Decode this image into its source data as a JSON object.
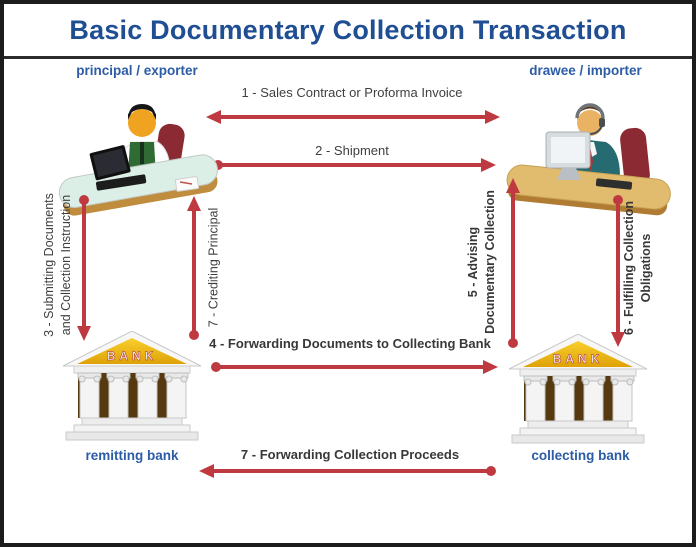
{
  "title": "Basic Documentary Collection Transaction",
  "colors": {
    "title_blue": "#1f4e93",
    "role_blue": "#2d5ca6",
    "arrow_red": "#bf3a40",
    "label_dark": "#3f3f3f",
    "bank_gold": "#f2c21a"
  },
  "actors": {
    "exporter": {
      "label": "principal / exporter"
    },
    "importer": {
      "label": "drawee / importer"
    },
    "remitting_bank": {
      "label": "remitting bank"
    },
    "collecting_bank": {
      "label": "collecting bank"
    }
  },
  "bank_sign": "BANK",
  "steps": {
    "s1": {
      "label": "1 - Sales Contract or Proforma Invoice"
    },
    "s2": {
      "label": "2 - Shipment"
    },
    "s3": {
      "line1": "3 - Submitting Documents",
      "line2": "and Collection Instruction"
    },
    "s4": {
      "label": "4 - Forwarding Documents to Collecting Bank"
    },
    "s5": {
      "line1": "5 - Advising",
      "line2": "Documentary Collection"
    },
    "s6": {
      "line1": "6 - Fulfilling Collection",
      "line2": "Obligations"
    },
    "s7_credit": {
      "label": "7 - Crediting Principal"
    },
    "s7_proceeds": {
      "label": "7 - Forwarding Collection Proceeds"
    }
  }
}
